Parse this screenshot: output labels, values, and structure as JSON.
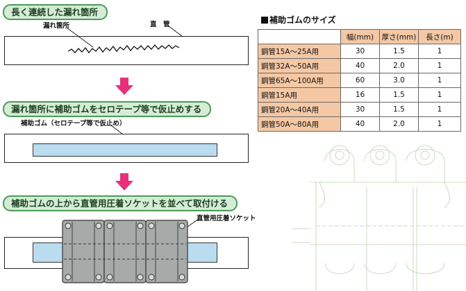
{
  "steps": [
    {
      "title": "長く連続した漏れ箇所",
      "label_leak": "漏れ箇所",
      "label_pipe": "直　管"
    },
    {
      "title": "漏れ箇所に補助ゴムをセロテープ等で仮止めする",
      "label_rubber": "補助ゴム（セロテープ等で仮止め）"
    },
    {
      "title": "補助ゴムの上から直管用圧着ソケットを並べて取付ける",
      "label_socket": "直管用圧着ソケット"
    }
  ],
  "sizes": {
    "title": "補助ゴムのサイズ",
    "headers": [
      "幅(mm)",
      "厚さ(mm)",
      "長さ(m)"
    ],
    "rows": [
      {
        "name": "鋼管15A～25A用",
        "width": "30",
        "thickness": "1.5",
        "length": "1"
      },
      {
        "name": "鋼管32A～50A用",
        "width": "40",
        "thickness": "2.0",
        "length": "1"
      },
      {
        "name": "鋼管65A～100A用",
        "width": "60",
        "thickness": "3.0",
        "length": "1"
      },
      {
        "name": "鋼管15A用",
        "width": "16",
        "thickness": "1.5",
        "length": "1"
      },
      {
        "name": "鋼管20A～40A用",
        "width": "30",
        "thickness": "1.5",
        "length": "1"
      },
      {
        "name": "鋼管50A～80A用",
        "width": "40",
        "thickness": "2.0",
        "length": "1"
      }
    ]
  },
  "colors": {
    "heading_fill": "#d4ecd5",
    "heading_border": "#4d9a57",
    "arrow": "#e8307a",
    "rubber": "#b9dcef",
    "socket": "#a6aba9",
    "table_header": "#f4c8a4",
    "blueprint_line": "#c8dcc0"
  }
}
